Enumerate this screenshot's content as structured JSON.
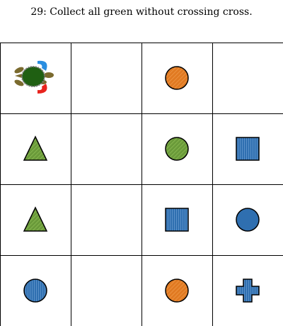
{
  "title": "29: Collect all green without crossing cross.",
  "grid": {
    "rows": 4,
    "cols": 4
  },
  "colors": {
    "green": "#6a9a3a",
    "orange": "#e07a22",
    "blue": "#2f6fb0",
    "turtle_shell": "#1f5f12",
    "turtle_body": "#7a6a2e",
    "turtle_blue": "#2a8ee0",
    "turtle_red": "#e8231d"
  },
  "player": {
    "type": "turtle",
    "icon": "turtle-icon",
    "row": 0,
    "col": 0
  },
  "items": [
    {
      "row": 0,
      "col": 2,
      "shape": "circle",
      "color": "orange",
      "pattern": "diagonal"
    },
    {
      "row": 1,
      "col": 0,
      "shape": "triangle",
      "color": "green",
      "pattern": "diagonal"
    },
    {
      "row": 1,
      "col": 2,
      "shape": "circle",
      "color": "green",
      "pattern": "diagonal"
    },
    {
      "row": 1,
      "col": 3,
      "shape": "square",
      "color": "blue",
      "pattern": "vertical"
    },
    {
      "row": 2,
      "col": 0,
      "shape": "triangle",
      "color": "green",
      "pattern": "diagonal"
    },
    {
      "row": 2,
      "col": 2,
      "shape": "square",
      "color": "blue",
      "pattern": "vertical"
    },
    {
      "row": 2,
      "col": 3,
      "shape": "circle",
      "color": "blue",
      "pattern": "none"
    },
    {
      "row": 3,
      "col": 0,
      "shape": "circle",
      "color": "blue",
      "pattern": "vertical"
    },
    {
      "row": 3,
      "col": 2,
      "shape": "circle",
      "color": "orange",
      "pattern": "diagonal"
    },
    {
      "row": 3,
      "col": 3,
      "shape": "cross",
      "color": "blue",
      "pattern": "vertical"
    }
  ]
}
